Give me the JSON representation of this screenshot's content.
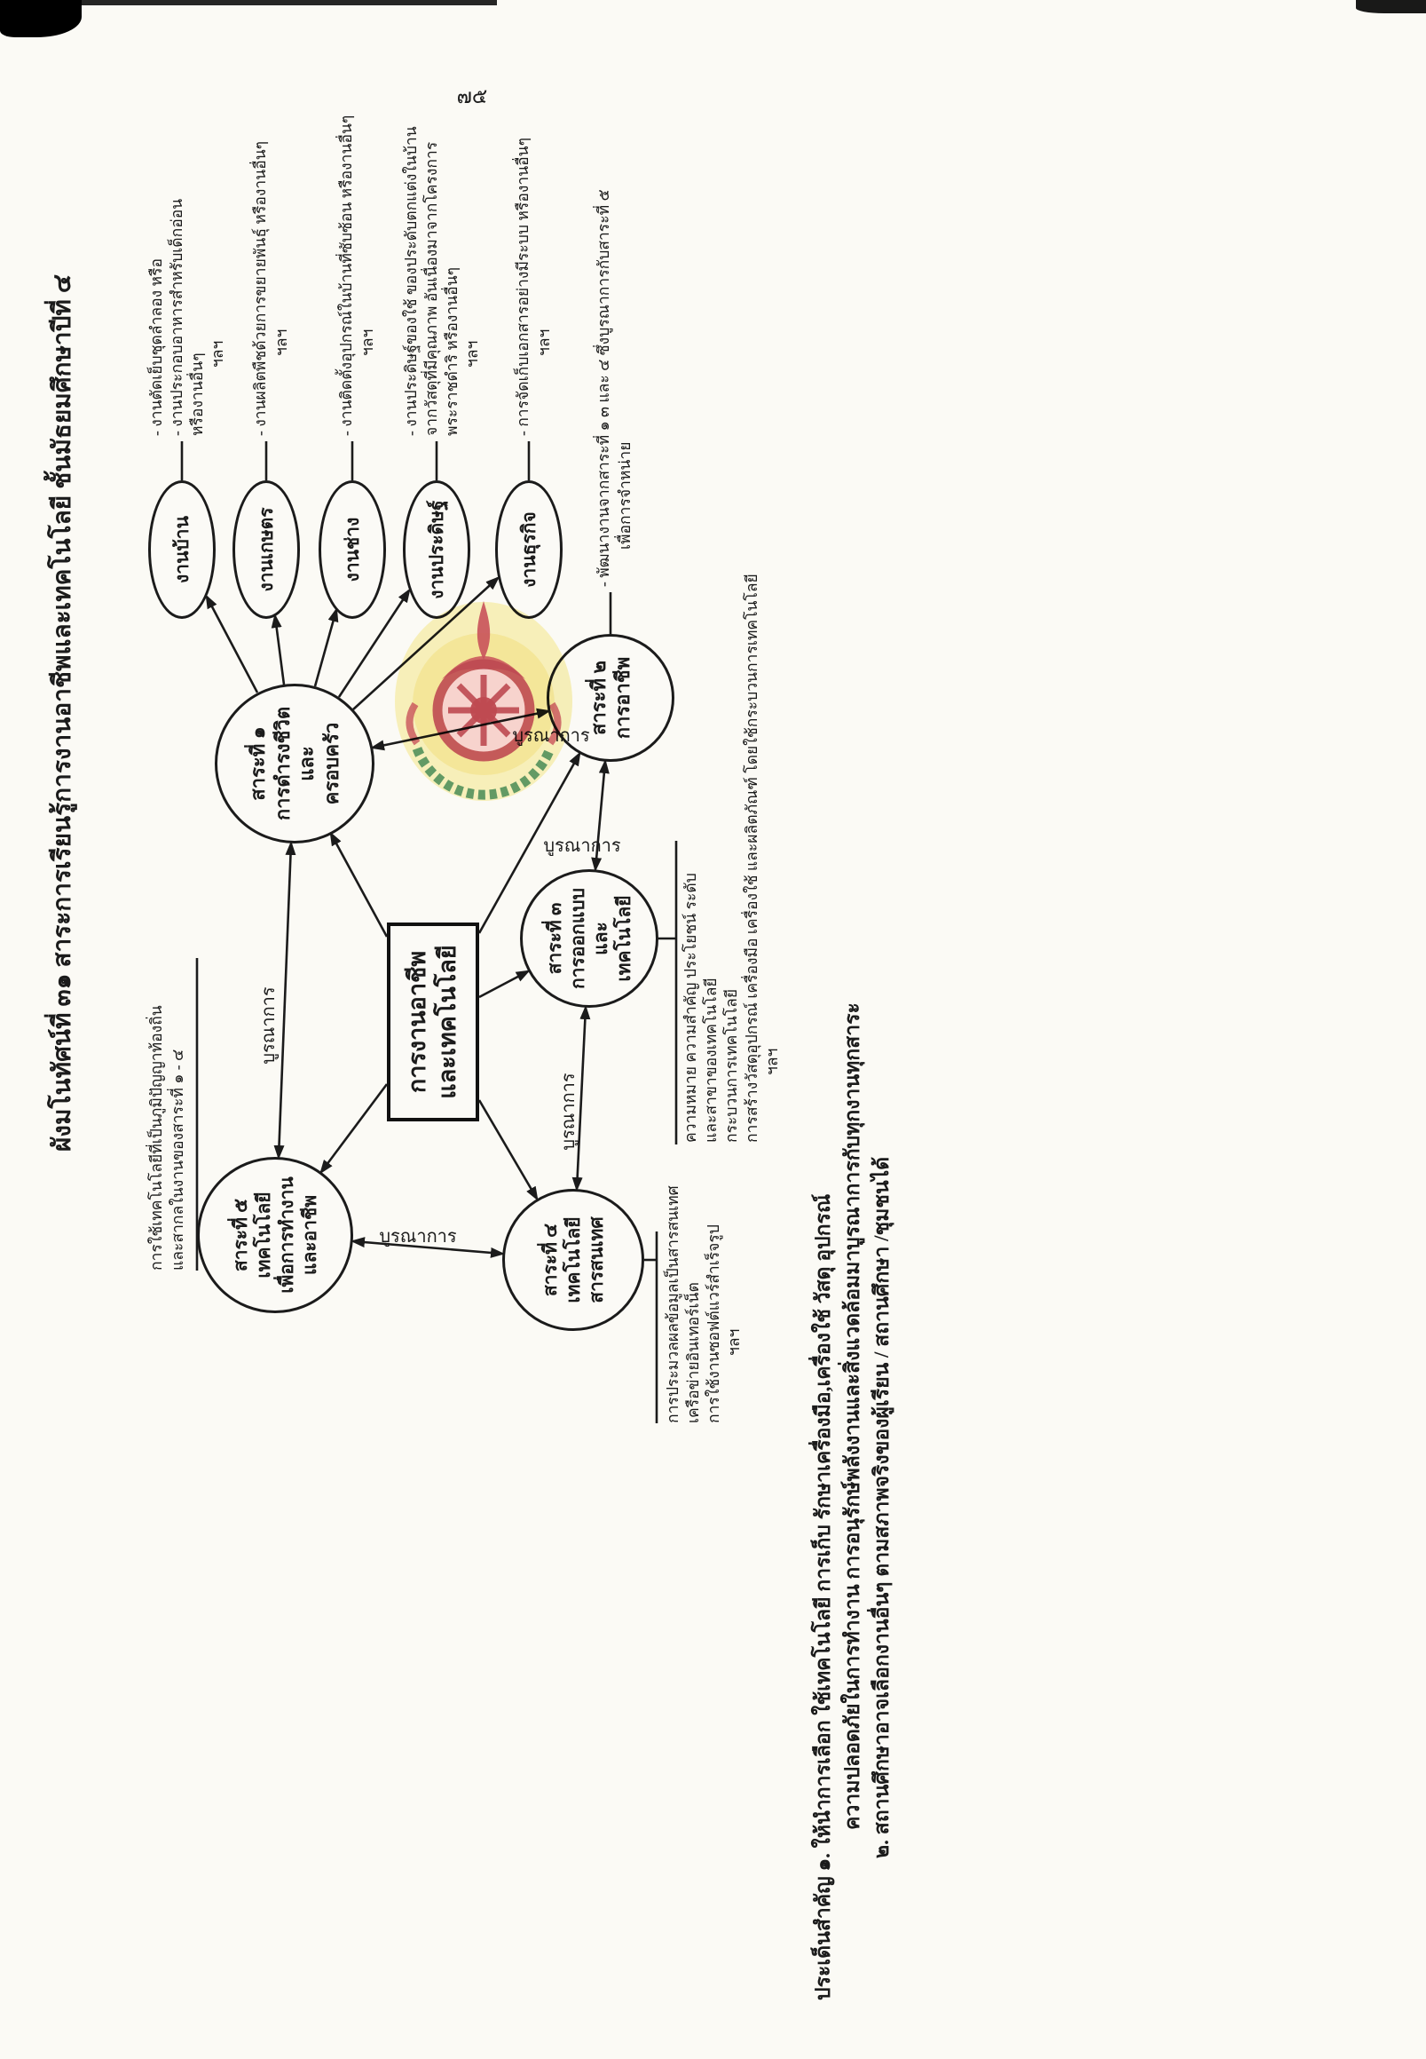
{
  "page": {
    "number": "๗๕",
    "title": "ผังมโนทัศน์ที่ ๓๑ สาระการเรียนรู้การงานอาชีพและเทคโนโลยี ชั้นมัธยมศึกษาปีที่ ๔"
  },
  "colors": {
    "ink": "#1b1b1b",
    "paper": "#fbfaf5",
    "emblem_red": "#c13a44",
    "emblem_pink": "#f5c9cc",
    "emblem_yellow": "#f3e478",
    "emblem_green": "#2f7b40"
  },
  "central_node": {
    "line1": "การงานอาชีพ",
    "line2": "และเทคโนโลยี"
  },
  "strands": [
    {
      "lines": [
        "สาระที่ ๑",
        "การดำรงชีวิต",
        "และ",
        "ครอบครัว"
      ]
    },
    {
      "lines": [
        "สาระที่ ๒",
        "การอาชีพ"
      ]
    },
    {
      "lines": [
        "สาระที่ ๓",
        "การออกแบบ",
        "และ",
        "เทคโนโลยี"
      ]
    },
    {
      "lines": [
        "สาระที่ ๔",
        "เทคโนโลยี",
        "สารสนเทศ"
      ]
    },
    {
      "lines": [
        "สาระที่ ๕",
        "เทคโนโลยี",
        "เพื่อการทำงาน",
        "และอาชีพ"
      ]
    }
  ],
  "works": [
    {
      "label": "งานบ้าน",
      "items": [
        "- งานตัดเย็บชุดลำลอง  หรือ",
        "- งานประกอบอาหารสำหรับเด็กอ่อน",
        "  หรืองานอื่นๆ"
      ],
      "etc": "ฯลฯ"
    },
    {
      "label": "งานเกษตร",
      "items": [
        "- งานผลิตพืชด้วยการขยายพันธุ์ หรืองานอื่นๆ"
      ],
      "etc": "ฯลฯ"
    },
    {
      "label": "งานช่าง",
      "items": [
        "- งานติดตั้งอุปกรณ์ในบ้านที่ซับซ้อน  หรืองานอื่นๆ"
      ],
      "etc": "ฯลฯ"
    },
    {
      "label": "งานประดิษฐ์",
      "items": [
        "- งานประดิษฐ์ของใช้  ของประดับตกแต่งในบ้าน",
        "  จากวัสดุที่มีคุณภาพ  อันเนื่องมาจากโครงการ",
        "  พระราชดำริ  หรืองานอื่นๆ"
      ],
      "etc": "ฯลฯ"
    },
    {
      "label": "งานธุรกิจ",
      "items": [
        "- การจัดเก็บเอกสารอย่างมีระบบ  หรืองานอื่นๆ"
      ],
      "etc": "ฯลฯ"
    }
  ],
  "strand2_note": {
    "lines": [
      "- พัฒนางานจากสาระที่ ๑  ๓  และ ๔  ซึ่งบูรณาการกับสาระที่ ๕",
      "เพื่อการจำหน่าย"
    ]
  },
  "strand3_note": {
    "lines": [
      "ความหมาย ความสำคัญ ประโยชน์ ระดับ",
      "และสาขาของเทคโนโลยี",
      "กระบวนการเทคโนโลยี",
      "การสร้างวัสดุอุปกรณ์ เครื่องมือ เครื่องใช้ และผลิตภัณฑ์ โดยใช้กระบวนการเทคโนโลยี"
    ],
    "etc": "ฯลฯ"
  },
  "strand4_note": {
    "lines": [
      "การประมวลผลข้อมูลเป็นสารสนเทศ",
      "เครือข่ายอินเทอร์เน็ต",
      "การใช้งานซอฟต์แวร์สำเร็จรูป"
    ],
    "etc": "ฯลฯ"
  },
  "strand5_note": {
    "lines": [
      "การใช้เทคโนโลยีที่เป็นภูมิปัญญาท้องถิ่น",
      "และสากลในงานของสาระที่ ๑ - ๔"
    ]
  },
  "labels": {
    "integration": "บูรณาการ"
  },
  "footer": {
    "lines": [
      "ประเด็นสำคัญ   ๑. ให้นำการเลือก ใช้เทคโนโลยี การเก็บ รักษาเครื่องมือ,เครื่องใช้ วัสดุ อุปกรณ์",
      "ความปลอดภัยในการทำงาน การอนุรักษ์พลังงานและสิ่งแวดล้อมมาบูรณาการกับทุกงานทุกสาระ",
      "๒. สถานศึกษาอาจเลือกงานอื่นๆ ตามสภาพจริงของผู้เรียน / สถานศึกษา /ชุมชนได้"
    ]
  },
  "watermark": {
    "name": "education-ministry-emblem-stamp"
  }
}
